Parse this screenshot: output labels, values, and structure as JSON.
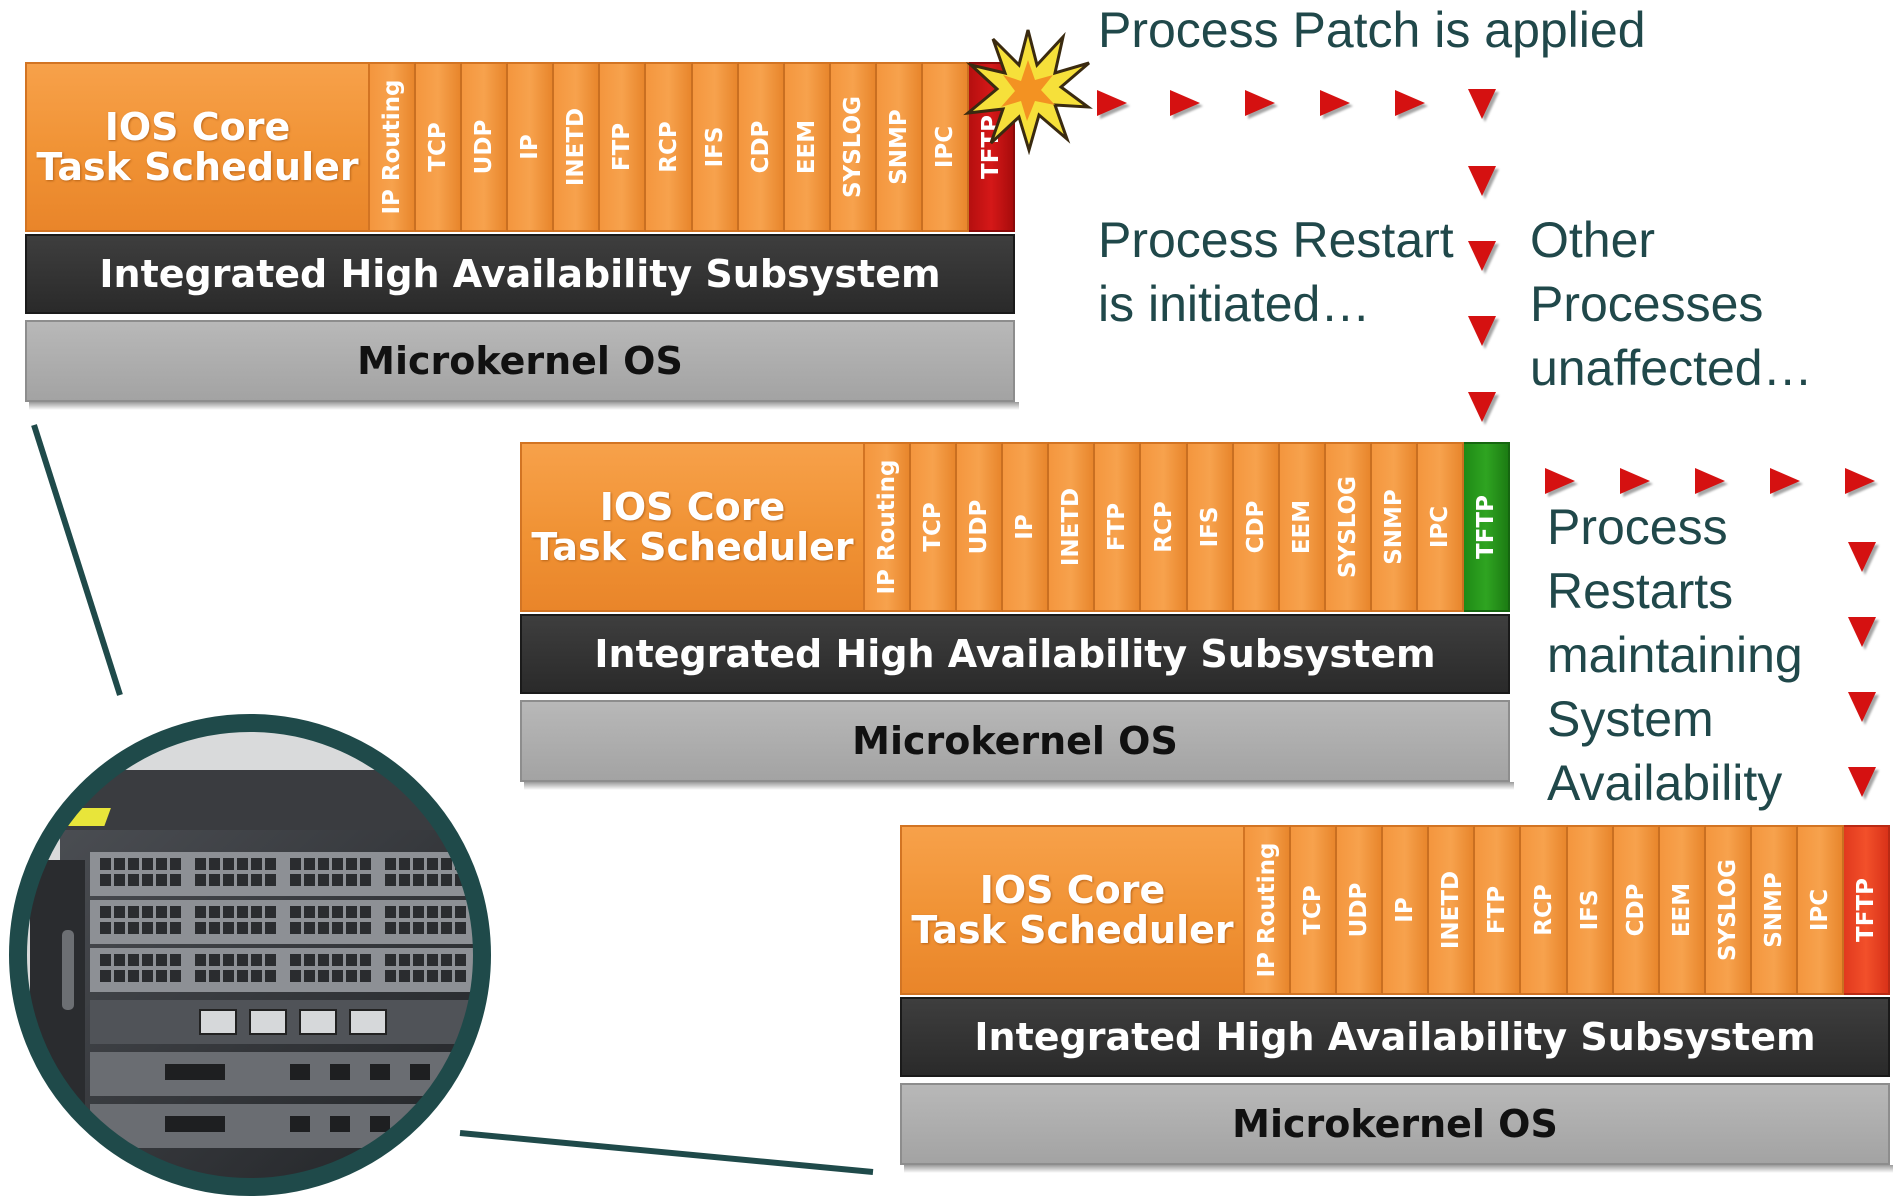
{
  "stack_labels": {
    "core": "IOS Core\nTask Scheduler",
    "ha": "Integrated High Availability Subsystem",
    "microkernel": "Microkernel OS"
  },
  "processes": [
    "IP Routing",
    "TCP",
    "UDP",
    "IP",
    "INETD",
    "FTP",
    "RCP",
    "IFS",
    "CDP",
    "EEM",
    "SYSLOG",
    "SNMP",
    "IPC",
    "TFTP"
  ],
  "stacks": [
    {
      "name": "initial",
      "tftp_state": "failed",
      "tftp_color": "#d51818"
    },
    {
      "name": "restarting",
      "tftp_state": "restarting",
      "tftp_color": "#2fa421"
    },
    {
      "name": "restored",
      "tftp_state": "running",
      "tftp_color": "#f2502a"
    }
  ],
  "notes": {
    "patch": "Process Patch is applied",
    "restart": "Process Restart\nis initiated…",
    "other": "Other\nProcesses\nunaffected…",
    "availability": "Process\nRestarts\nmaintaining\nSystem\nAvailability"
  },
  "colors": {
    "process_orange": "#f7a24d",
    "arrow_red": "#d51111",
    "text_teal": "#20484a",
    "ha_dark": "#2a2a2a",
    "microkernel_gray": "#a3a3a3"
  },
  "icons": [
    "explosion-icon",
    "arrow-right-icon",
    "arrow-down-icon",
    "network-switch-chassis"
  ]
}
